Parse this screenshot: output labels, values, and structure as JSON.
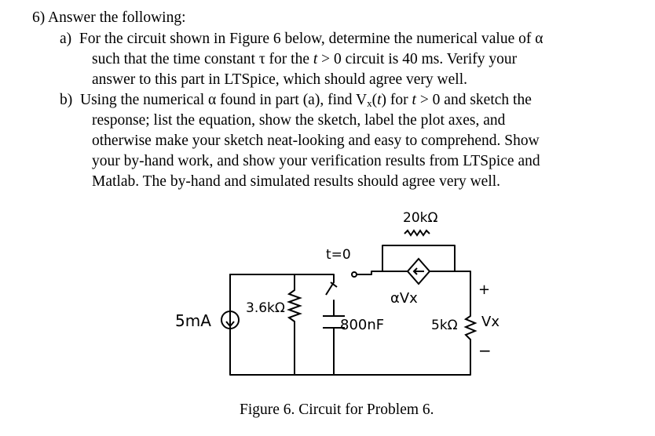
{
  "problem": {
    "heading": "6)  Answer the following:",
    "part_a": {
      "label": "a)",
      "line1_pre": "For the circuit shown in Figure 6 below, determine the numerical value of α",
      "line2_pre": "such that the time constant τ for the ",
      "line2_t": "t",
      "line2_post": " > 0 circuit is 40 ms. Verify your",
      "line3": "answer to this part in LTSpice, which should agree very well."
    },
    "part_b": {
      "label": "b)",
      "line1_pre": "Using the numerical α found in part (a), find V",
      "line1_sub": "x",
      "line1_paren_open": "(",
      "line1_t1": "t",
      "line1_mid": ") for ",
      "line1_t2": "t",
      "line1_post": " > 0 and sketch the",
      "line2": "response; list the equation, show the sketch, label the plot axes, and",
      "line3": "otherwise make your sketch neat-looking and easy to comprehend. Show",
      "line4": "your by-hand work, and show your verification results from LTSpice and",
      "line5": "Matlab. The by-hand and simulated results should agree very well."
    }
  },
  "figure": {
    "labels": {
      "current_source": "5mA",
      "r1": "3.6kΩ",
      "switch_time": "t=0",
      "r_top": "20kΩ",
      "dep_source": "αVx",
      "capacitor": "800nF",
      "r_out": "5kΩ",
      "plus": "+",
      "vx": "Vx",
      "minus": "−"
    },
    "caption": "Figure 6.  Circuit for Problem 6."
  }
}
